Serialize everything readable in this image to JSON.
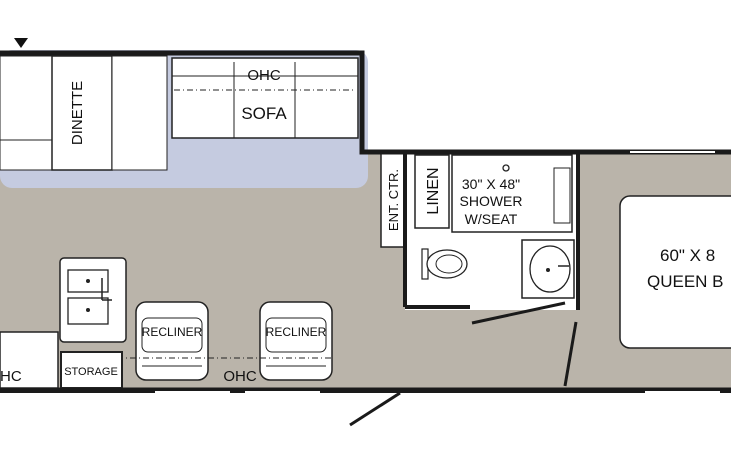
{
  "labels": {
    "dinette": "DINETTE",
    "ohc_sofa": "OHC",
    "sofa": "SOFA",
    "ent_ctr": "ENT. CTR.",
    "linen": "LINEN",
    "shower_line1": "30\" X 48\"",
    "shower_line2": "SHOWER",
    "shower_line3": "W/SEAT",
    "bed_line1": "60\" X 8",
    "bed_line2": "QUEEN B",
    "recliner_1": "RECLINER",
    "recliner_2": "RECLINER",
    "ohc_bottom": "OHC",
    "ohc_left": "HC",
    "storage": "STORAGE"
  },
  "colors": {
    "floor": "#bab4aa",
    "slide_floor": "#c5cbe0",
    "furniture": "#ffffff",
    "wall": "#1a1a1a"
  }
}
